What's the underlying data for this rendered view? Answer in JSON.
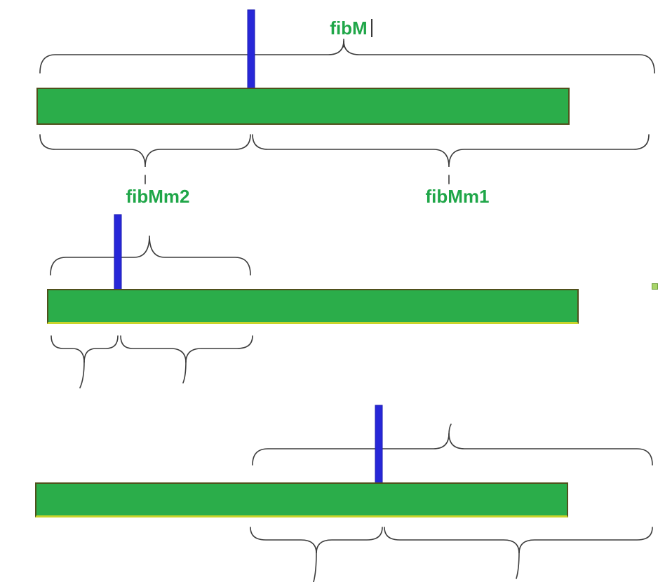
{
  "diagram": {
    "labels": {
      "top": "fibM",
      "left": "fibMm2",
      "right": "fibMm1"
    },
    "colors": {
      "background": "#ffffff",
      "bar_fill": "#2bad4a",
      "bar_border": "#50501c",
      "bar_bottom_edge": "#c9d42b",
      "label_text": "#1fa648",
      "arrow_fill": "#2727d8",
      "arrow_outline": "#1b1bb0",
      "brace_stroke": "#3c3c3c",
      "selection_handle_fill": "#a8d56a",
      "selection_handle_border": "#6f9e3e"
    }
  }
}
